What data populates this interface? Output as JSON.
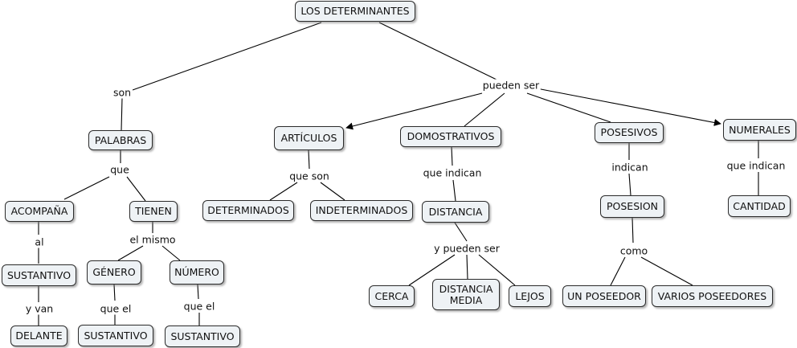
{
  "concepts": {
    "root": "LOS DETERMINANTES",
    "palabras": "PALABRAS",
    "acompana": "ACOMPAÑA",
    "sustantivo1": "SUSTANTIVO",
    "delante": "DELANTE",
    "tienen": "TIENEN",
    "genero": "GÉNERO",
    "numero": "NÚMERO",
    "sustantivo2": "SUSTANTIVO",
    "sustantivo3": "SUSTANTIVO",
    "articulos": "ARTÍCULOS",
    "determinados": "DETERMINADOS",
    "indeterminados": "INDETERMINADOS",
    "demostrativos": "DOMOSTRATIVOS",
    "distancia": "DISTANCIA",
    "cerca": "CERCA",
    "distancia_media": "DISTANCIA\nMEDIA",
    "lejos": "LEJOS",
    "posesivos": "POSESIVOS",
    "posesion": "POSESION",
    "un_poseedor": "UN POSEEDOR",
    "varios_poseedores": "VARIOS POSEEDORES",
    "numerales": "NUMERALES",
    "cantidad": "CANTIDAD"
  },
  "links": {
    "son": "son",
    "pueden_ser": "pueden ser",
    "que": "que",
    "al": "al",
    "y_van": "y van",
    "el_mismo": "el mismo",
    "que_el_1": "que el",
    "que_el_2": "que el",
    "que_son": "que son",
    "que_indican_1": "que indican",
    "y_pueden_ser": "y pueden ser",
    "indican": "indican",
    "como": "como",
    "que_indican_2": "que indican"
  }
}
